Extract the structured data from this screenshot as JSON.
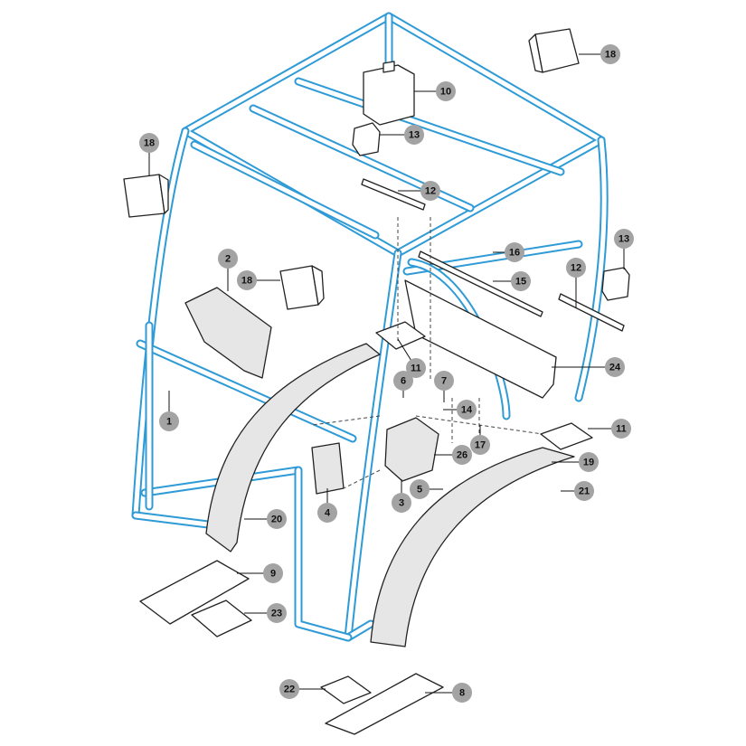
{
  "diagram": {
    "type": "exploded parts diagram",
    "frame_color": "#2f9bd6",
    "callout_color": "#a3a3a3",
    "callouts": [
      {
        "label": "18"
      },
      {
        "label": "10"
      },
      {
        "label": "13"
      },
      {
        "label": "18"
      },
      {
        "label": "12"
      },
      {
        "label": "16"
      },
      {
        "label": "13"
      },
      {
        "label": "2"
      },
      {
        "label": "18"
      },
      {
        "label": "15"
      },
      {
        "label": "12"
      },
      {
        "label": "11"
      },
      {
        "label": "7"
      },
      {
        "label": "24"
      },
      {
        "label": "6"
      },
      {
        "label": "14"
      },
      {
        "label": "1"
      },
      {
        "label": "11"
      },
      {
        "label": "17"
      },
      {
        "label": "26"
      },
      {
        "label": "19"
      },
      {
        "label": "5"
      },
      {
        "label": "3"
      },
      {
        "label": "21"
      },
      {
        "label": "4"
      },
      {
        "label": "20"
      },
      {
        "label": "9"
      },
      {
        "label": "23"
      },
      {
        "label": "22"
      },
      {
        "label": "8"
      }
    ]
  }
}
